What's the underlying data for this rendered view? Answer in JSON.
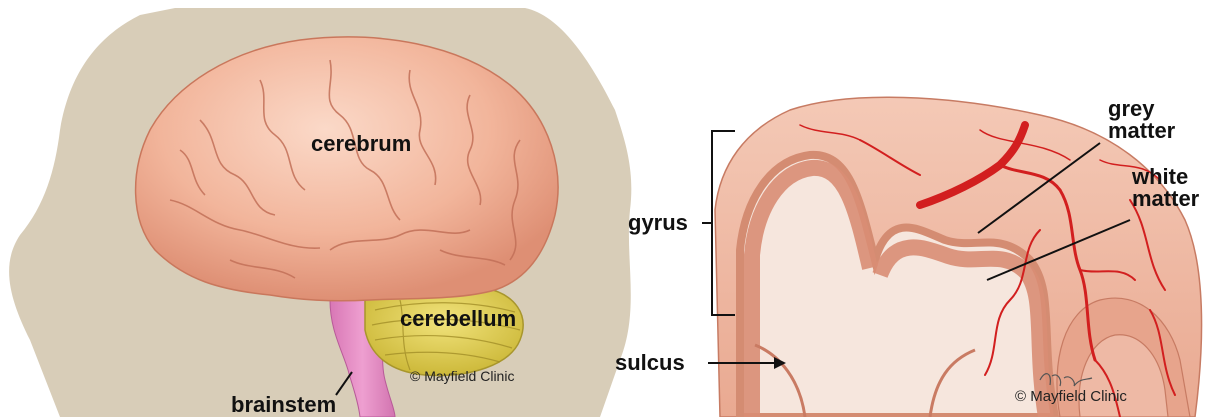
{
  "left_panel": {
    "labels": {
      "cerebrum": "cerebrum",
      "cerebellum": "cerebellum",
      "brainstem": "brainstem"
    },
    "credit": "© Mayfield Clinic"
  },
  "right_panel": {
    "labels": {
      "grey_matter": [
        "grey",
        "matter"
      ],
      "white_matter": [
        "white",
        "matter"
      ],
      "gyrus": "gyrus",
      "sulcus": "sulcus"
    },
    "credit": "© Mayfield Clinic",
    "signature": "T.Hiner"
  },
  "colors": {
    "head_silhouette": "#d8cdb8",
    "cerebrum": "#f2b9a0",
    "cerebellum": "#e3d35a",
    "brainstem": "#e58fc5",
    "grey_matter": "#d98d74",
    "white_matter": "#f6e4da",
    "vessels": "#d21f1f"
  }
}
